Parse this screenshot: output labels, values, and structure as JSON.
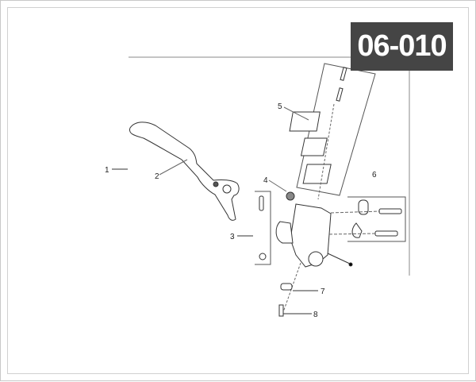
{
  "diagram_code": "06-010",
  "callouts": [
    "1",
    "2",
    "3",
    "4",
    "5",
    "6",
    "7",
    "8"
  ]
}
